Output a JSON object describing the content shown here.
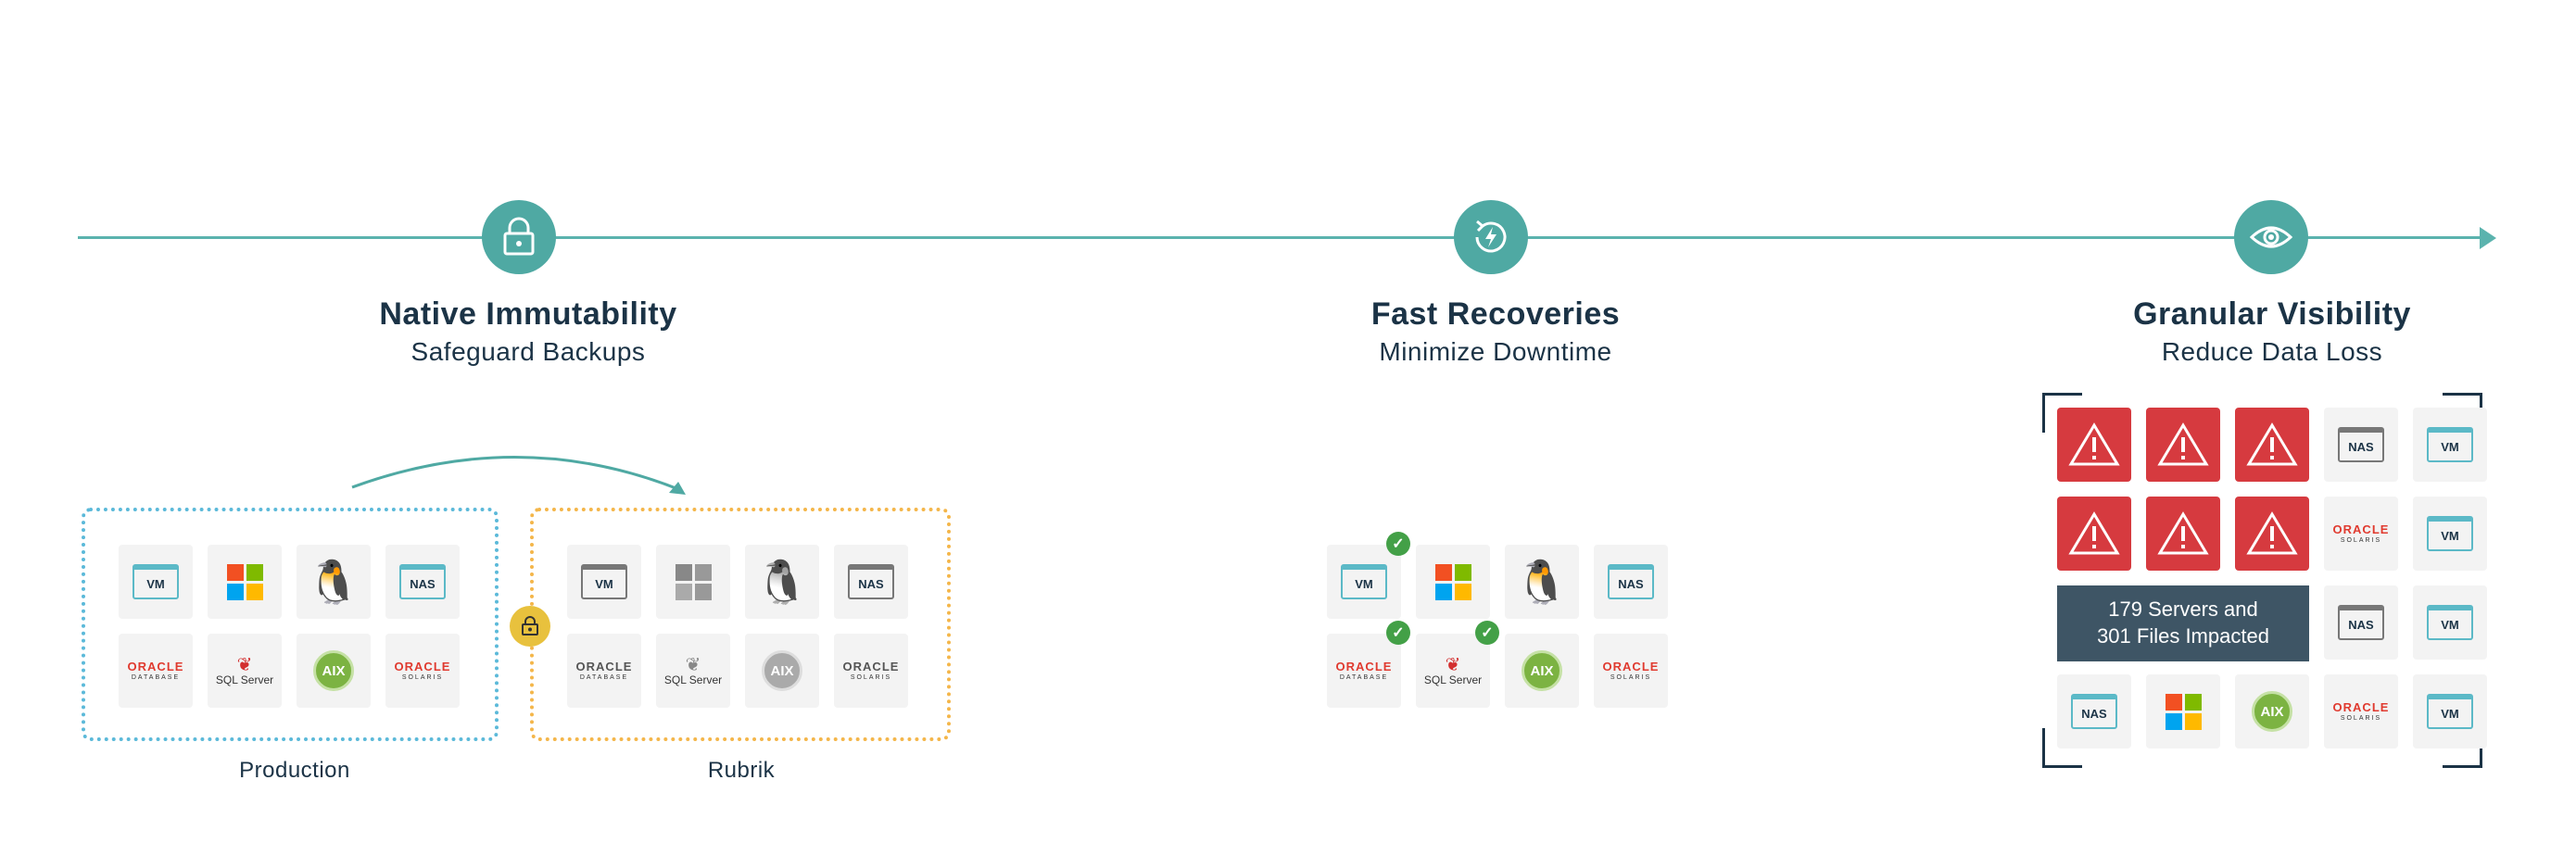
{
  "sections": [
    {
      "title": "Native Immutability",
      "subtitle": "Safeguard Backups"
    },
    {
      "title": "Fast Recoveries",
      "subtitle": "Minimize Downtime"
    },
    {
      "title": "Granular Visibility",
      "subtitle": "Reduce Data Loss"
    }
  ],
  "icons": {
    "lock": "lock-icon",
    "recovery": "lightning-refresh-icon",
    "visibility": "eye-icon"
  },
  "tiles": {
    "vm": "VM",
    "nas": "NAS",
    "aix": "AIX",
    "oracle": "ORACLE",
    "oracle_db": "DATABASE",
    "oracle_sol": "SOLARIS",
    "sql": "SQL Server"
  },
  "labels": {
    "production": "Production",
    "rubrik": "Rubrik"
  },
  "impact": {
    "line1": "179 Servers and",
    "line2": "301 Files Impacted"
  },
  "colors": {
    "accent": "#4fa9a3",
    "alert": "#d63a3f",
    "check": "#43a047",
    "production_border": "#5bb9d9",
    "rubrik_border": "#f4b64a"
  }
}
